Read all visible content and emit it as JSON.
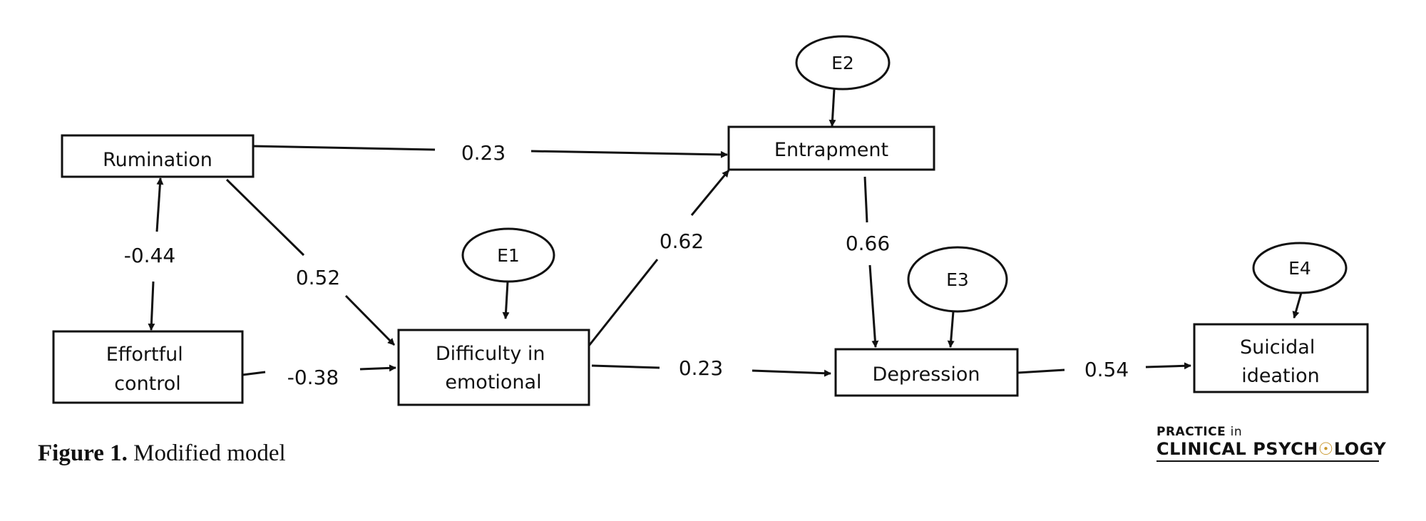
{
  "nodes": {
    "rumination": [
      "Rumination"
    ],
    "effortful_control": [
      "Effortful",
      "control"
    ],
    "difficulty": [
      "Difficulty in",
      "emotional"
    ],
    "entrapment": [
      "Entrapment"
    ],
    "depression": [
      "Depression"
    ],
    "suicidal_ideation": [
      "Suicidal",
      "ideation"
    ]
  },
  "errors": {
    "e1": "E1",
    "e2": "E2",
    "e3": "E3",
    "e4": "E4"
  },
  "paths": {
    "rumination_to_entrapment": "0.23",
    "effortful_rumination": "-0.44",
    "rumination_to_difficulty": "0.52",
    "effortful_to_difficulty": "-0.38",
    "difficulty_to_entrapment": "0.62",
    "difficulty_to_depression": "0.23",
    "entrapment_to_depression": "0.66",
    "depression_to_suicidal": "0.54"
  },
  "caption": {
    "label": "Figure 1.",
    "text": "Modified model"
  },
  "logo": {
    "line1_prefix": "PRACTICE",
    "line1_suffix": "in",
    "line2_a": "CLINICAL PSYCH",
    "line2_b": "LOGY"
  },
  "colors": {
    "stroke": "#111111",
    "logo_accent": "#c8962a"
  }
}
